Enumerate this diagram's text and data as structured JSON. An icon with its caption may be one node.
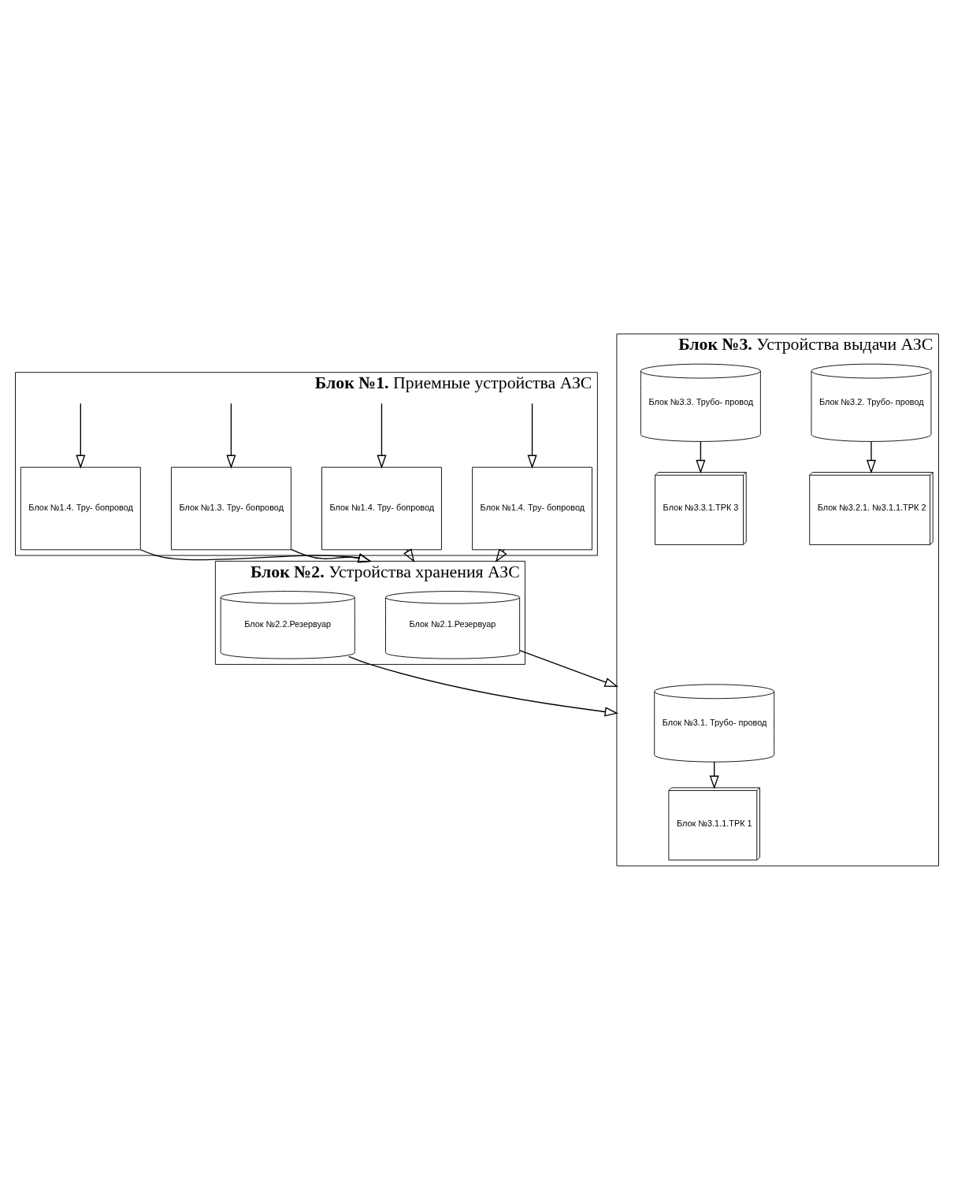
{
  "diagram": {
    "nodes": [
      {
        "text": [
          "**Блок №1.** Приемные устройства АЗС"
        ]
      },
      {
        "text": [
          "Блок №1.4. Тру- бопровод"
        ],
        "in": 0
      },
      {
        "text": [
          "Блок №1.4. Тру- бопровод"
        ],
        "in": 0
      },
      {
        "text": [
          "Блок №1.3. Тру- бопровод"
        ],
        "in": 0
      },
      {
        "text": [
          "Блок №1.4. Тру- бопровод"
        ],
        "in": 0
      },
      {
        "text": [
          "**Блок №2.** Устройства хранения АЗС"
        ]
      },
      {
        "text": [
          "Блок №2.1.Резервуар"
        ],
        "in": 5
      },
      {
        "text": [
          "Блок №2.2.Резервуар"
        ],
        "in": 5
      },
      {
        "text": [
          "**Блок №3.** Устройства выдачи АЗС"
        ]
      },
      {
        "text": [
          "Блок №3.1. Трубо- провод"
        ],
        "in": 8
      },
      {
        "text": [
          "Блок №3.2. Трубо- провод"
        ],
        "in": 8
      },
      {
        "text": [
          "Блок №3.3. Трубо- провод"
        ],
        "in": 8
      },
      {
        "text": [
          "Блок №3.1.1.ТРК 1"
        ],
        "in": 8
      },
      {
        "text": [
          "Блок №3.2.1. №3.1.1.ТРК 2"
        ],
        "in": 8
      },
      {
        "text": [
          "Блок №3.3.1.ТРК 3"
        ],
        "in": 8
      }
    ],
    "edges": [
      {
        "from": null,
        "to": 1,
        "arrow": "to"
      },
      {
        "from": null,
        "to": 2,
        "arrow": "to"
      },
      {
        "from": null,
        "to": 3,
        "arrow": "to"
      },
      {
        "from": null,
        "to": 4,
        "arrow": "to"
      },
      {
        "from": 1,
        "to": 5,
        "arrow": "to"
      },
      {
        "from": 2,
        "to": 5,
        "arrow": "to"
      },
      {
        "from": 3,
        "to": 5,
        "arrow": "to"
      },
      {
        "from": 4,
        "to": 5,
        "arrow": "to"
      },
      {
        "from": 6,
        "to": 8,
        "arrow": "to"
      },
      {
        "from": 7,
        "to": 8,
        "arrow": "to"
      },
      {
        "from": 9,
        "to": 12,
        "arrow": "to"
      },
      {
        "from": 10,
        "to": 13,
        "arrow": "to"
      },
      {
        "from": 11,
        "to": 14,
        "arrow": "to"
      }
    ]
  }
}
